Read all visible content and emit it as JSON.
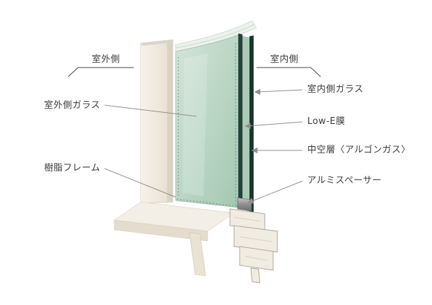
{
  "direction_labels": {
    "outdoor": "室外側",
    "indoor": "室内側"
  },
  "part_labels": {
    "outdoor_glass": "室外側ガラス",
    "resin_frame": "樹脂フレーム",
    "indoor_glass": "室内側ガラス",
    "low_e_film": "Low-E膜",
    "air_gap": "中空層〈アルゴンガス〉",
    "aluminum_spacer": "アルミスペーサー"
  },
  "colors": {
    "background": "#ffffff",
    "glass_green": "#bcd8c6",
    "glass_edge_dark": "#24433a",
    "frame_cream": "#efeae0",
    "frame_shade": "#ddd5c5",
    "metal_spacer": "#9a9a9a",
    "leader_line": "#8f8f8f",
    "text": "#3b3b3b"
  }
}
